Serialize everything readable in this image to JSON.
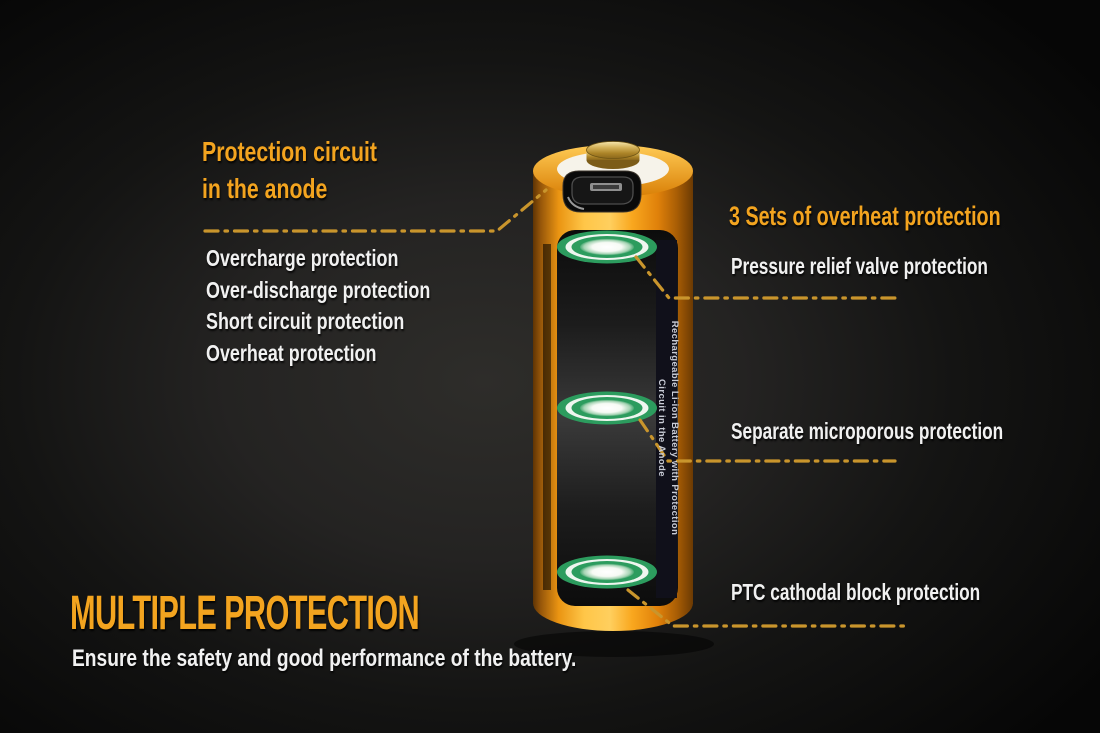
{
  "colors": {
    "accent": "#f3a41f",
    "dash_gold": "#c9952c",
    "text_white": "#f1f1f1",
    "ring_green": "#2c9c5e"
  },
  "anode": {
    "heading_line1": "Protection circuit",
    "heading_line2": "in the anode",
    "items": [
      "Overcharge protection",
      "Over-discharge protection",
      "Short circuit protection",
      "Overheat protection"
    ]
  },
  "overheat": {
    "heading": "3 Sets of overheat protection",
    "labels": [
      "Pressure relief valve protection",
      "Separate microporous protection",
      "PTC cathodal block protection"
    ]
  },
  "battery": {
    "wrap_text_line1": "Rechargeable Li-ion Battery with Protection",
    "wrap_text_line2": "Circuit in the Anode"
  },
  "footer": {
    "title": "MULTIPLE PROTECTION",
    "subtitle": "Ensure the safety and good performance of the battery."
  }
}
